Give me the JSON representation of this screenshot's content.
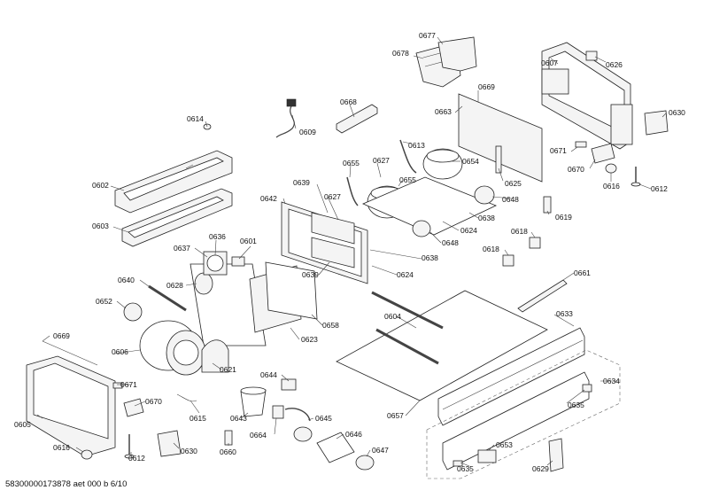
{
  "footer_code": "58300000173878 aet 000 b 6/10",
  "labels": {
    "p0602": "0602",
    "p0603": "0603",
    "p0605": "0605",
    "p0606": "0606",
    "p0607": "0607",
    "p0609": "0609",
    "p0612a": "0612",
    "p0612b": "0612",
    "p0613": "0613",
    "p0614": "0614",
    "p0615": "0615",
    "p0616a": "0616",
    "p0616b": "0616",
    "p0618a": "0618",
    "p0618b": "0618",
    "p0619": "0619",
    "p0621": "0621",
    "p0623": "0623",
    "p0624a": "0624",
    "p0624b": "0624",
    "p0625": "0625",
    "p0626": "0626",
    "p0627a": "0627",
    "p0627b": "0627",
    "p0628": "0628",
    "p0629": "0629",
    "p0630a": "0630",
    "p0630b": "0630",
    "p0633": "0633",
    "p0634": "0634",
    "p0635a": "0635",
    "p0635b": "0635",
    "p0636": "0636",
    "p0637": "0637",
    "p0638a": "0638",
    "p0638b": "0638",
    "p0639a": "0639",
    "p0639b": "0639",
    "p0640": "0640",
    "p0642": "0642",
    "p0643": "0643",
    "p0644": "0644",
    "p0645": "0645",
    "p0646": "0646",
    "p0647": "0647",
    "p0648a": "0648",
    "p0648b": "0648",
    "p0652": "0652",
    "p0653": "0653",
    "p0654": "0654",
    "p0655a": "0655",
    "p0655b": "0655",
    "p0657": "0657",
    "p0658": "0658",
    "p0660": "0660",
    "p0661": "0661",
    "p0663": "0663",
    "p0664": "0664",
    "p0668": "0668",
    "p0669a": "0669",
    "p0669b": "0669",
    "p0670a": "0670",
    "p0670b": "0670",
    "p0671a": "0671",
    "p0671b": "0671",
    "p0677": "0677",
    "p0678": "0678",
    "p0601": "0601",
    "p0604": "0604"
  }
}
